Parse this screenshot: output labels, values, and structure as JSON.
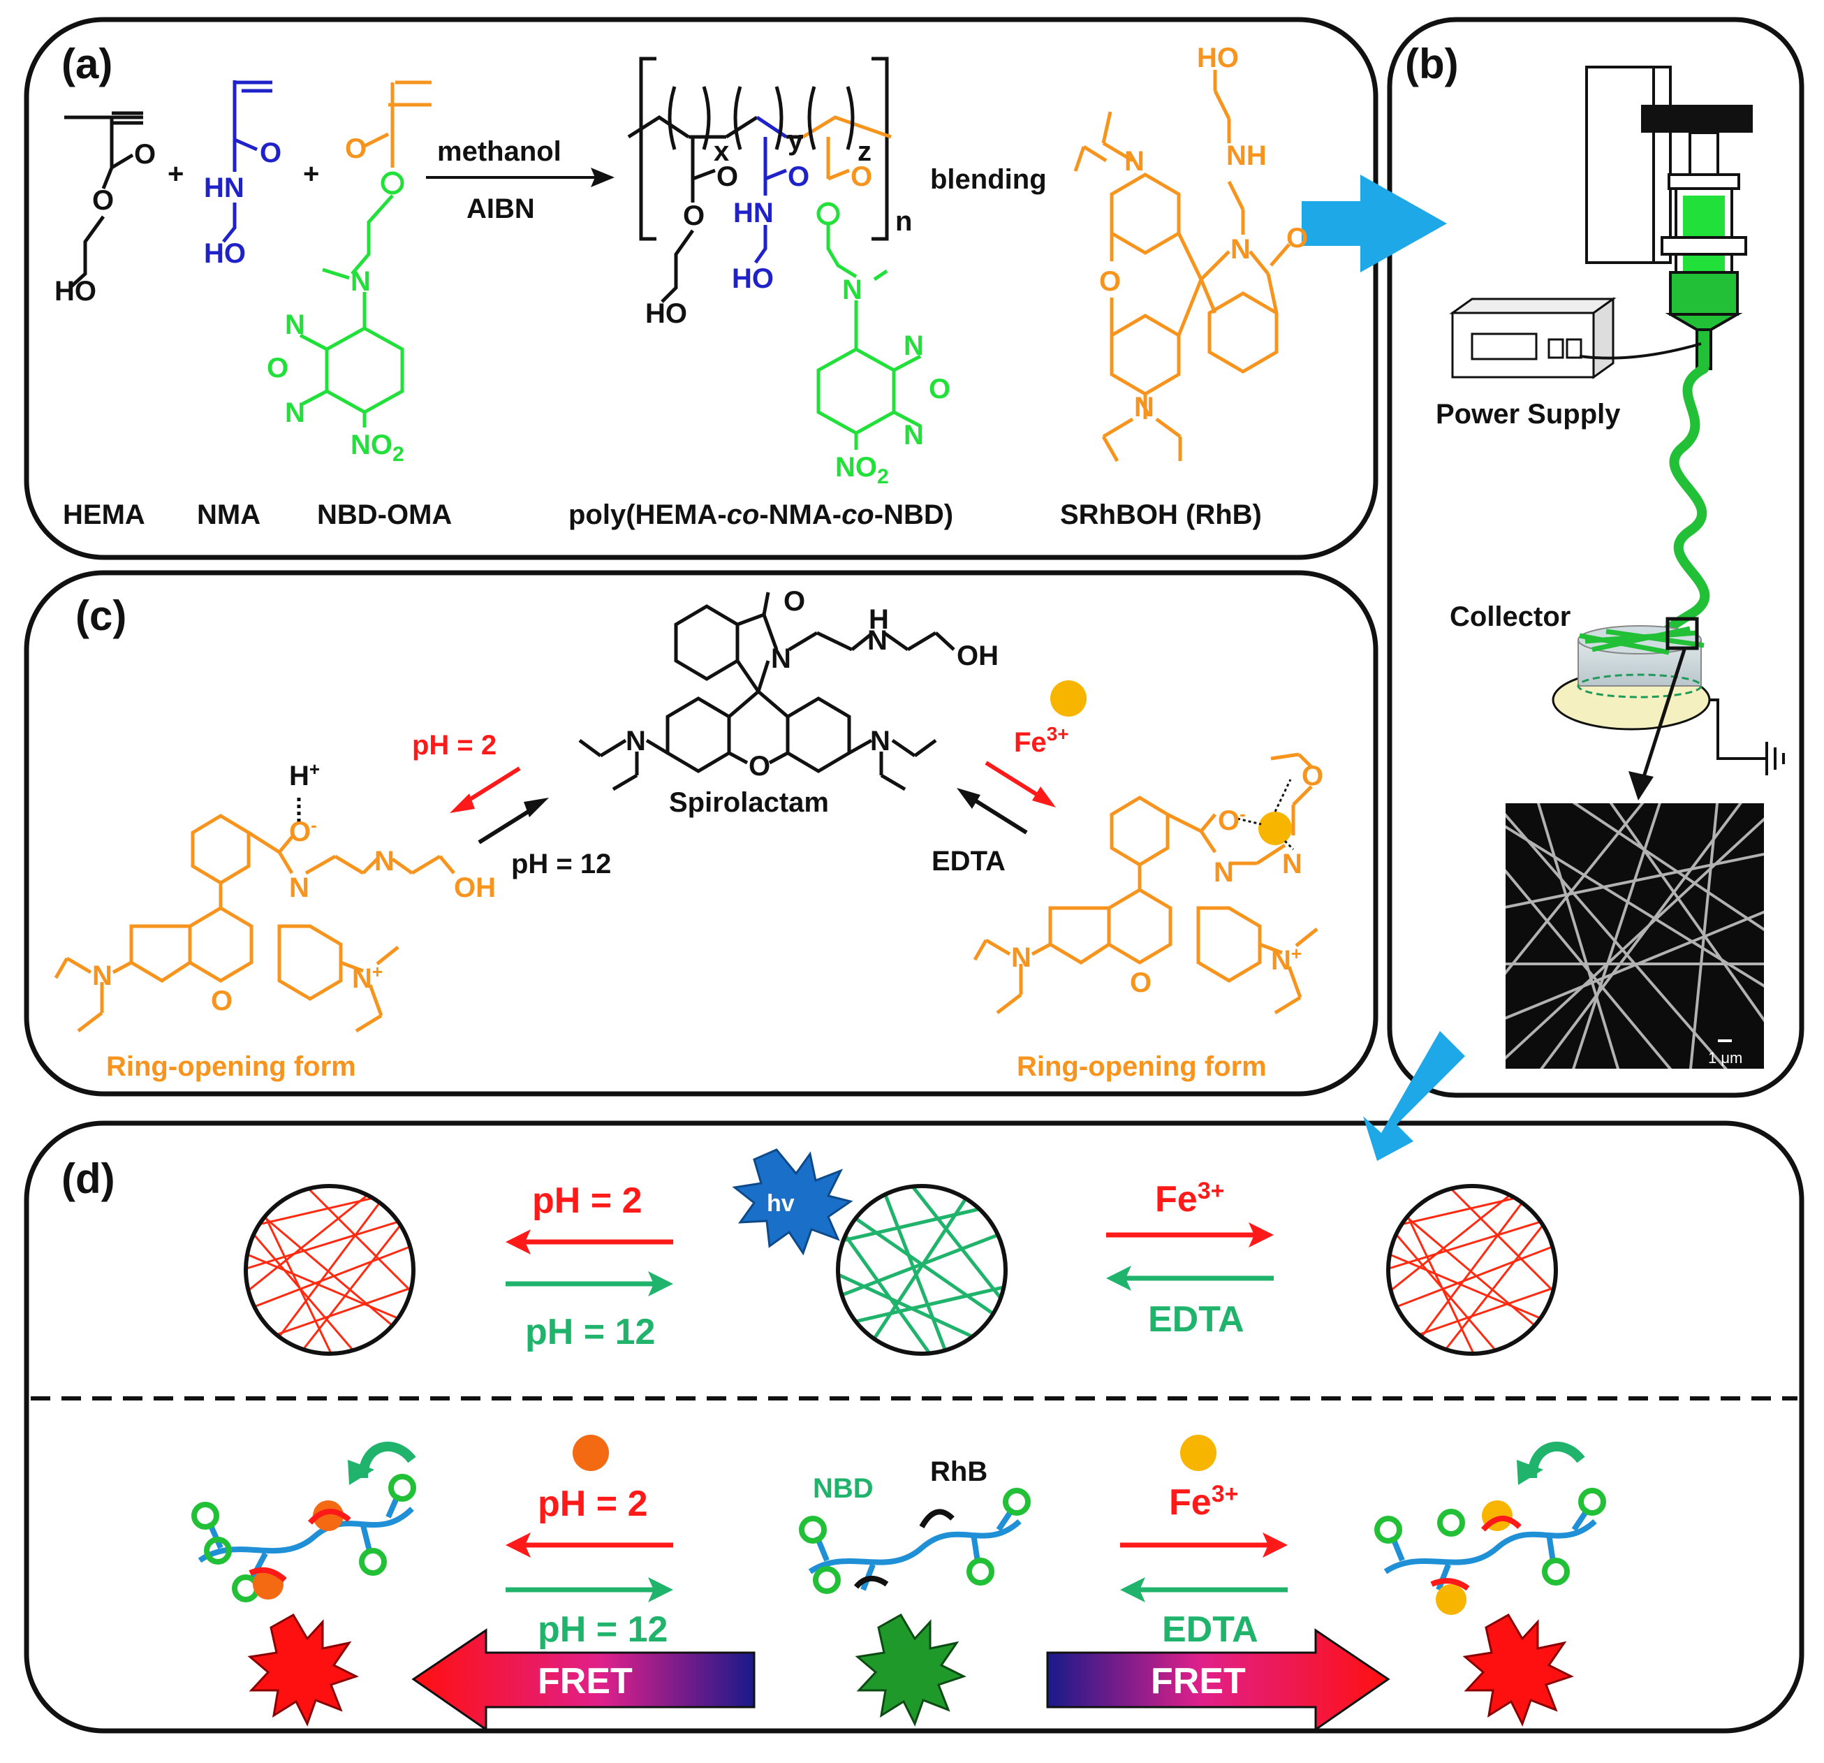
{
  "colors": {
    "black": "#111111",
    "blue": "#1e22c8",
    "orange": "#f7941d",
    "green": "#22e03a",
    "red": "#ff1a1a",
    "teal": "#1fb36b",
    "arrow_blue": "#1fa8e8",
    "fe_gold": "#f7b500",
    "proton_orange": "#f46a12",
    "fret_start": "#ff1010",
    "fret_mid": "#e0208a",
    "fret_end": "#1a1a8a"
  },
  "panel_a": {
    "label": "(a)",
    "reagent_solvent": "methanol",
    "reagent_initiator": "AIBN",
    "process": "blending",
    "monomer1": "HEMA",
    "monomer2": "NMA",
    "monomer3": "NBD-OMA",
    "polymer": {
      "prefix": "poly(HEMA-",
      "co1": "co",
      "mid": "-NMA-",
      "co2": "co",
      "suffix": "-NBD)"
    },
    "dye": "SRhBOH (RhB)",
    "atoms": {
      "O": "O",
      "HO": "HO",
      "HN": "HN",
      "NH": "NH",
      "N": "N",
      "NO2": "NO",
      "two": "2",
      "plus": "+",
      "x": "x",
      "y": "y",
      "z": "z",
      "n": "n"
    }
  },
  "panel_b": {
    "label": "(b)",
    "power_supply": "Power Supply",
    "collector": "Collector",
    "scale_bar": "1 μm"
  },
  "panel_c": {
    "label": "(c)",
    "center": "Spirolactam",
    "acid": "pH = 2",
    "base": "pH = 12",
    "fe": "Fe",
    "fe_charge": "3+",
    "edta": "EDTA",
    "left_form": "Ring-opening form",
    "right_form": "Ring-opening form",
    "atoms": {
      "H": "H",
      "Hplus": "+",
      "O": "O",
      "Ominus": "O",
      "N": "N",
      "Nplus": "N",
      "plus": "+",
      "OH": "OH",
      "minus": "-"
    }
  },
  "panel_d": {
    "label": "(d)",
    "acid": "pH = 2",
    "base": "pH = 12",
    "fe": "Fe",
    "fe_charge": "3+",
    "edta": "EDTA",
    "hv": "hv",
    "nbd": "NBD",
    "rhb": "RhB",
    "fret": "FRET"
  }
}
